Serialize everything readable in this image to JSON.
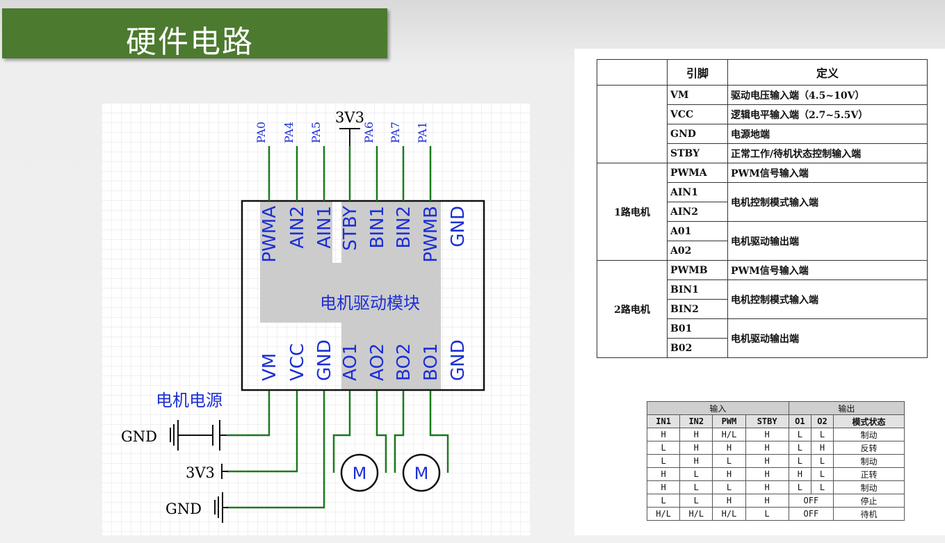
{
  "title": "硬件电路",
  "circuit": {
    "top_supply": "3V3",
    "module_label": "电机驱动模块",
    "power_label": "电机电源",
    "top_pins": [
      "PWMA",
      "AIN2",
      "AIN1",
      "STBY",
      "BIN1",
      "BIN2",
      "PWMB",
      "GND"
    ],
    "bottom_pins": [
      "VM",
      "VCC",
      "GND",
      "AO1",
      "AO2",
      "BO2",
      "BO1",
      "GND"
    ],
    "mcu_pins": [
      "PA0",
      "PA4",
      "PA5",
      "PA6",
      "PA7",
      "PA1"
    ],
    "left_labels": {
      "gnd1": "GND",
      "v3": "3V3",
      "gnd2": "GND"
    },
    "motor_label": "M",
    "colors": {
      "wire": "#1a7a1a",
      "pin_text": "#1c2fd6",
      "grid": "#dedede",
      "shade": "#cccccc"
    }
  },
  "pin_table": {
    "headers": [
      "",
      "引脚",
      "定义"
    ],
    "groups": [
      {
        "name": "",
        "rows": [
          {
            "pin": "VM",
            "def": "驱动电压输入端（4.5~10V）"
          },
          {
            "pin": "VCC",
            "def": "逻辑电平输入端（2.7~5.5V）"
          },
          {
            "pin": "GND",
            "def": "电源地端"
          },
          {
            "pin": "STBY",
            "def": "正常工作/待机状态控制输入端"
          }
        ]
      },
      {
        "name": "1路电机",
        "rows": [
          {
            "pin": "PWMA",
            "def": "PWM信号输入端"
          },
          {
            "pin": "AIN1",
            "def": "电机控制模式输入端"
          },
          {
            "pin": "AIN2",
            "def": ""
          },
          {
            "pin": "A01",
            "def": "电机驱动输出端"
          },
          {
            "pin": "A02",
            "def": ""
          }
        ]
      },
      {
        "name": "2路电机",
        "rows": [
          {
            "pin": "PWMB",
            "def": "PWM信号输入端"
          },
          {
            "pin": "BIN1",
            "def": "电机控制模式输入端"
          },
          {
            "pin": "BIN2",
            "def": ""
          },
          {
            "pin": "B01",
            "def": "电机驱动输出端"
          },
          {
            "pin": "B02",
            "def": ""
          }
        ]
      }
    ]
  },
  "truth_table": {
    "group_headers": [
      "输入",
      "输出"
    ],
    "headers": [
      "IN1",
      "IN2",
      "PWM",
      "STBY",
      "O1",
      "O2",
      "模式状态"
    ],
    "rows": [
      [
        "H",
        "H",
        "H/L",
        "H",
        "L",
        "L",
        "制动"
      ],
      [
        "L",
        "H",
        "H",
        "H",
        "L",
        "H",
        "反转"
      ],
      [
        "L",
        "H",
        "L",
        "H",
        "L",
        "L",
        "制动"
      ],
      [
        "H",
        "L",
        "H",
        "H",
        "H",
        "L",
        "正转"
      ],
      [
        "H",
        "L",
        "L",
        "H",
        "L",
        "L",
        "制动"
      ],
      [
        "L",
        "L",
        "H",
        "H",
        "OFF",
        "",
        "停止"
      ],
      [
        "H/L",
        "H/L",
        "H/L",
        "L",
        "OFF",
        "",
        "待机"
      ]
    ]
  }
}
